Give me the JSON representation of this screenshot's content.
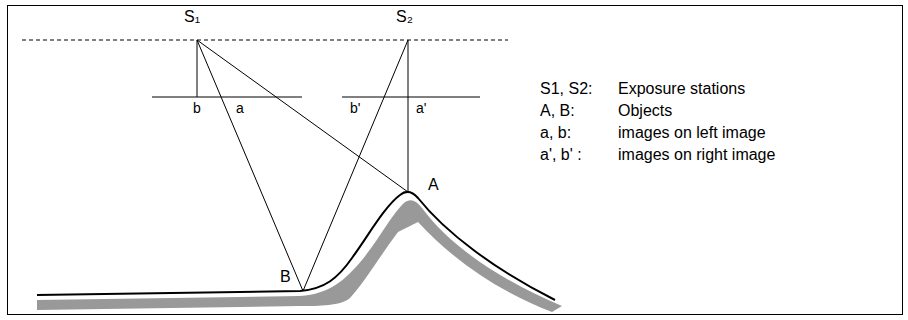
{
  "diagram": {
    "labels": [
      "S₁",
      "S₂",
      "b",
      "a",
      "b'",
      "a'",
      "A",
      "B",
      "S1, S2:",
      "Exposure stations",
      "A, B:",
      "Objects",
      "a, b:",
      "images on left image",
      "a', b' :",
      "images on right image"
    ]
  }
}
